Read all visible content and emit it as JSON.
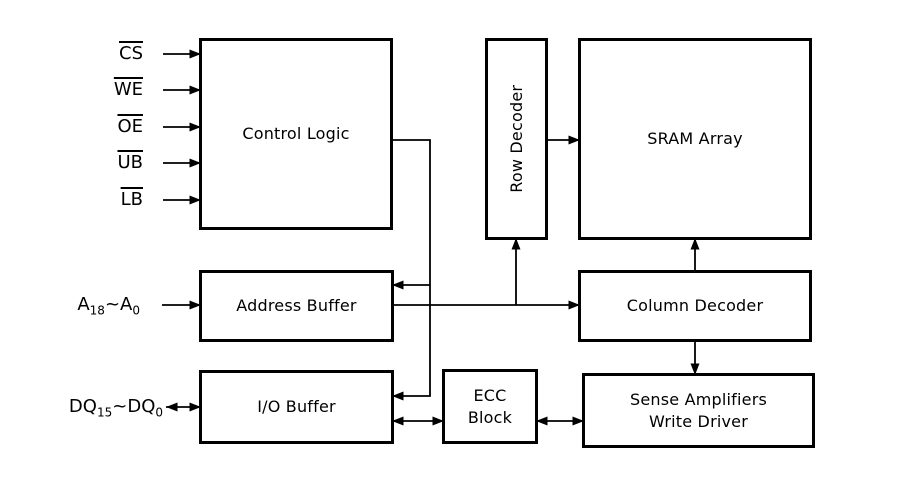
{
  "colors": {
    "background": "#ffffff",
    "line": "#000000",
    "text": "#000000"
  },
  "blocks": {
    "control_logic": "Control Logic",
    "row_decoder": "Row Decoder",
    "sram_array": "SRAM Array",
    "address_buffer": "Address Buffer",
    "column_decoder": "Column Decoder",
    "io_buffer": "I/O Buffer",
    "ecc_block_line1": "ECC",
    "ecc_block_line2": "Block",
    "sense_amp_line1": "Sense Amplifiers",
    "sense_amp_line2": "Write Driver"
  },
  "control_pins": [
    {
      "label": "CS",
      "active_low": true
    },
    {
      "label": "WE",
      "active_low": true
    },
    {
      "label": "OE",
      "active_low": true
    },
    {
      "label": "UB",
      "active_low": true
    },
    {
      "label": "LB",
      "active_low": true
    }
  ],
  "address_bus": {
    "base1": "A",
    "sub1": "18",
    "separator": "~",
    "base2": "A",
    "sub2": "0"
  },
  "data_bus": {
    "base1": "DQ",
    "sub1": "15",
    "separator": "~",
    "base2": "DQ",
    "sub2": "0"
  }
}
